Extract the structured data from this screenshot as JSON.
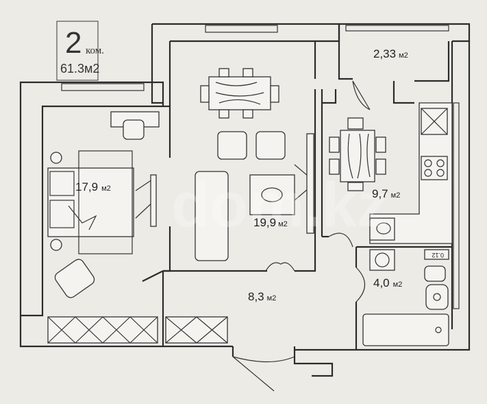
{
  "badge": {
    "rooms_number": "2",
    "rooms_label": "ком.",
    "total_area": "61.3м2"
  },
  "rooms": [
    {
      "id": "bedroom",
      "area": "17,9",
      "unit": "м2"
    },
    {
      "id": "living",
      "area": "19,9",
      "unit": "м2"
    },
    {
      "id": "kitchen",
      "area": "9,7",
      "unit": "м2"
    },
    {
      "id": "balcony",
      "area": "2,33",
      "unit": "м2"
    },
    {
      "id": "hall",
      "area": "8,3",
      "unit": "м2"
    },
    {
      "id": "bathroom",
      "area": "4,0",
      "unit": "м2"
    }
  ],
  "fixtures": {
    "boiler_label": "0.12"
  },
  "watermark": {
    "text": "dom.kz"
  }
}
